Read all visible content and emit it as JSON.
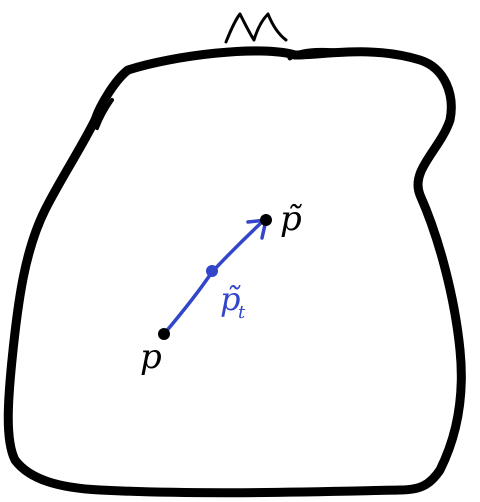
{
  "diagram": {
    "manifold_label": "M",
    "start_point_label": "p",
    "end_point_label": "p̃",
    "mid_point_label": "p̃",
    "mid_point_subscript": "t",
    "colors": {
      "outline": "#000000",
      "path": "#3346c9",
      "points": "#000000",
      "background": "#ffffff"
    }
  }
}
